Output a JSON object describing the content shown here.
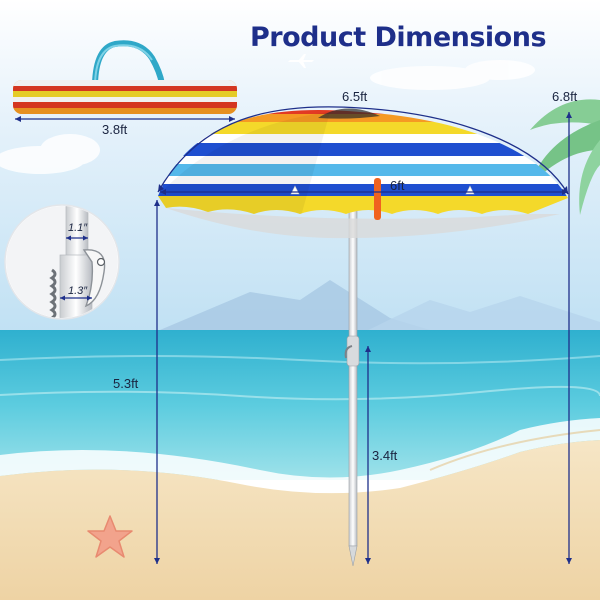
{
  "title": "Product Dimensions",
  "dimensions": {
    "bag_length": "3.8ft",
    "canopy_arc": "6.5ft",
    "canopy_span": "6ft",
    "overall_height": "6.8ft",
    "canopy_clearance": "5.3ft",
    "lower_pole_height": "3.4ft",
    "pole_upper_diameter": "1.1″",
    "pole_lower_diameter": "1.3″"
  },
  "colors": {
    "title": "#1e2f8a",
    "dimension_line": "#1e2f8a",
    "sky_top": "#cfe6f6",
    "sea": "#4fc3d9",
    "sand": "#f2ddb6",
    "stripe_red": "#e23a23",
    "stripe_orange": "#f59a23",
    "stripe_yellow": "#f4d92a",
    "stripe_blue": "#1f4fd0",
    "stripe_light_blue": "#55b8ea",
    "stripe_white": "#ffffff"
  }
}
